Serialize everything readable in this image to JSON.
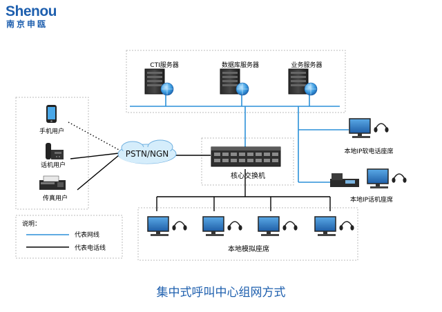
{
  "logo": {
    "brand": "Shenou",
    "subtitle": "南京申瓯"
  },
  "servers": [
    "CTI服务器",
    "数据库服务器",
    "业务服务器"
  ],
  "users": [
    "手机用户",
    "话机用户",
    "传真用户"
  ],
  "network": {
    "pstn": "PSTN/NGN",
    "core_switch": "核心交换机"
  },
  "seats": {
    "ip_softphone": "本地IP软电话座席",
    "ip_phone": "本地IP话机座席",
    "analog": "本地模拟座席"
  },
  "legend": {
    "title": "说明：",
    "network_line": "代表网线",
    "phone_line": "代表电话线",
    "colors": {
      "network_line": "#2a8fd8",
      "phone_line": "#000000"
    }
  },
  "caption": "集中式呼叫中心组网方式"
}
